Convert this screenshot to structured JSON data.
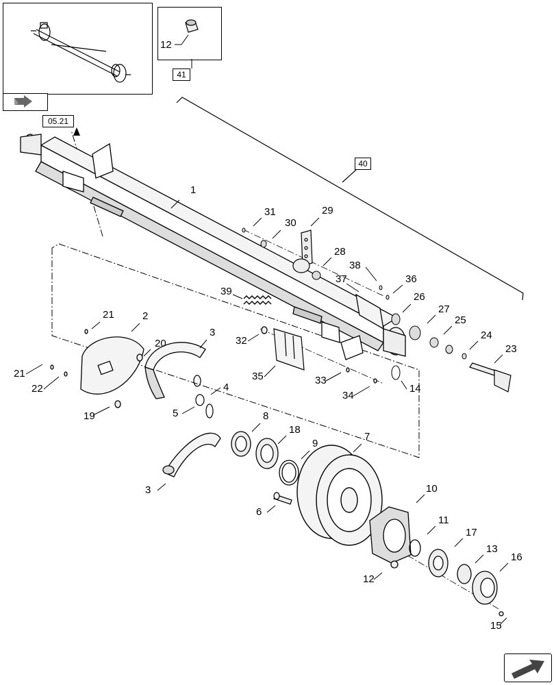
{
  "callouts": [
    "1",
    "2",
    "3",
    "3",
    "4",
    "5",
    "6",
    "7",
    "8",
    "9",
    "10",
    "11",
    "12",
    "13",
    "14",
    "15",
    "16",
    "17",
    "18",
    "19",
    "20",
    "21",
    "21",
    "22",
    "23",
    "24",
    "25",
    "26",
    "27",
    "28",
    "29",
    "30",
    "31",
    "32",
    "33",
    "34",
    "35",
    "36",
    "37",
    "38",
    "39"
  ],
  "inset_label": "12",
  "ref_tags": {
    "inset": "41",
    "assembly": "40",
    "link": "05.21"
  },
  "icons": {
    "back": "reverse-arrow-icon",
    "next": "next-page-arrow-icon"
  }
}
